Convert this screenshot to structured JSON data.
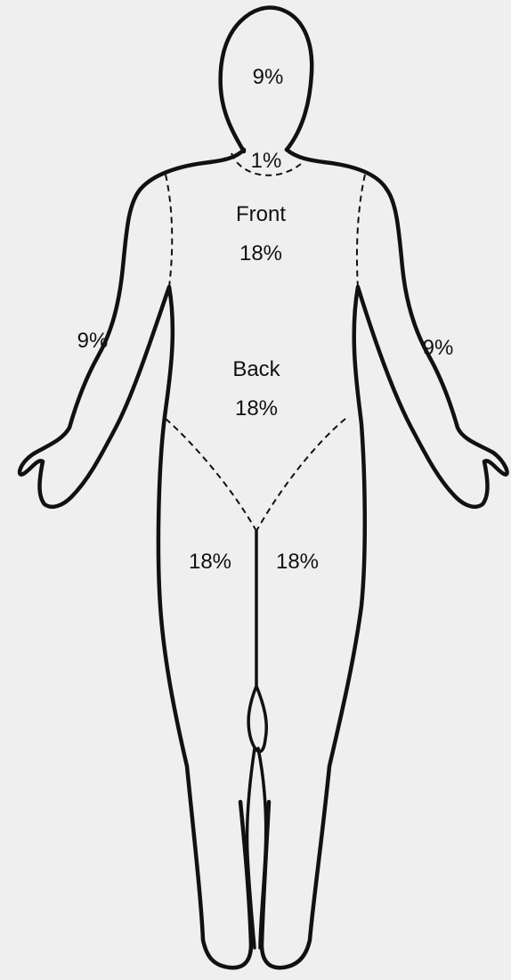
{
  "labels": {
    "head": "9%",
    "neck": "1%",
    "front_word": "Front",
    "front_value": "18%",
    "back_word": "Back",
    "back_value": "18%",
    "left_arm": "9%",
    "right_arm": "9%",
    "left_leg": "18%",
    "right_leg": "18%"
  }
}
